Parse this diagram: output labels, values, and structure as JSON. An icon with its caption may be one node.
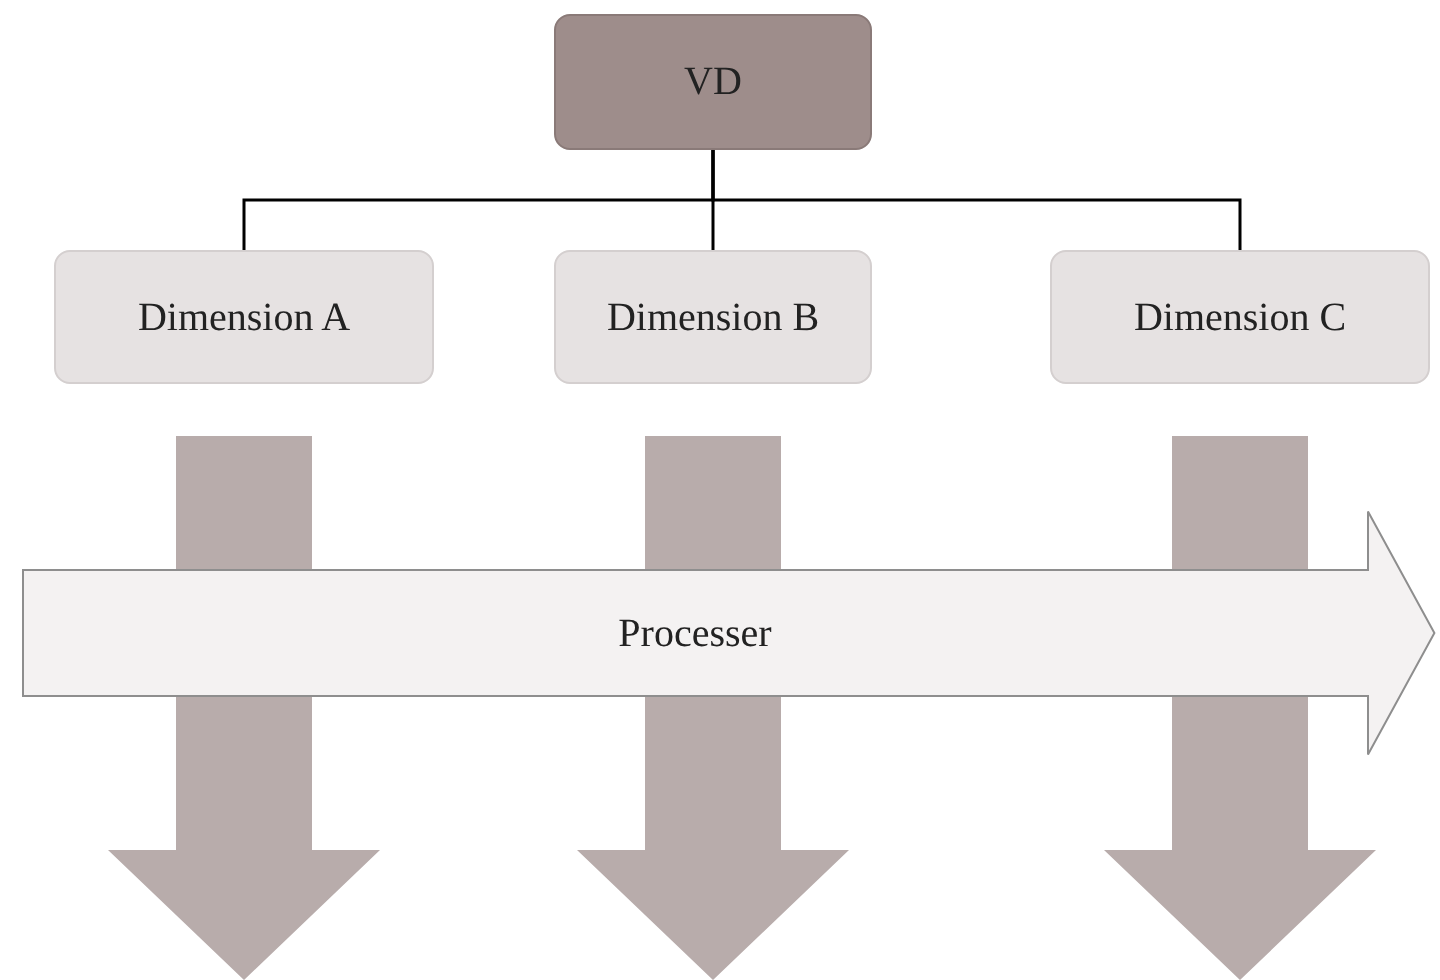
{
  "diagram": {
    "nodes": [
      {
        "text": [
          "VD"
        ]
      },
      {
        "text": [
          "Dimension A"
        ]
      },
      {
        "text": [
          "Dimension B"
        ]
      },
      {
        "text": [
          "Dimension C"
        ]
      },
      {
        "text": [
          "Processer"
        ]
      }
    ],
    "edges": [
      {
        "from": 0,
        "to": 1,
        "arrow": "none"
      },
      {
        "from": 0,
        "to": 2,
        "arrow": "none"
      },
      {
        "from": 0,
        "to": 3,
        "arrow": "none"
      },
      {
        "from": 1,
        "to": null,
        "arrow": "to",
        "style": "thick"
      },
      {
        "from": 2,
        "to": null,
        "arrow": "to",
        "style": "thick"
      },
      {
        "from": 3,
        "to": null,
        "arrow": "to",
        "style": "thick"
      }
    ]
  }
}
